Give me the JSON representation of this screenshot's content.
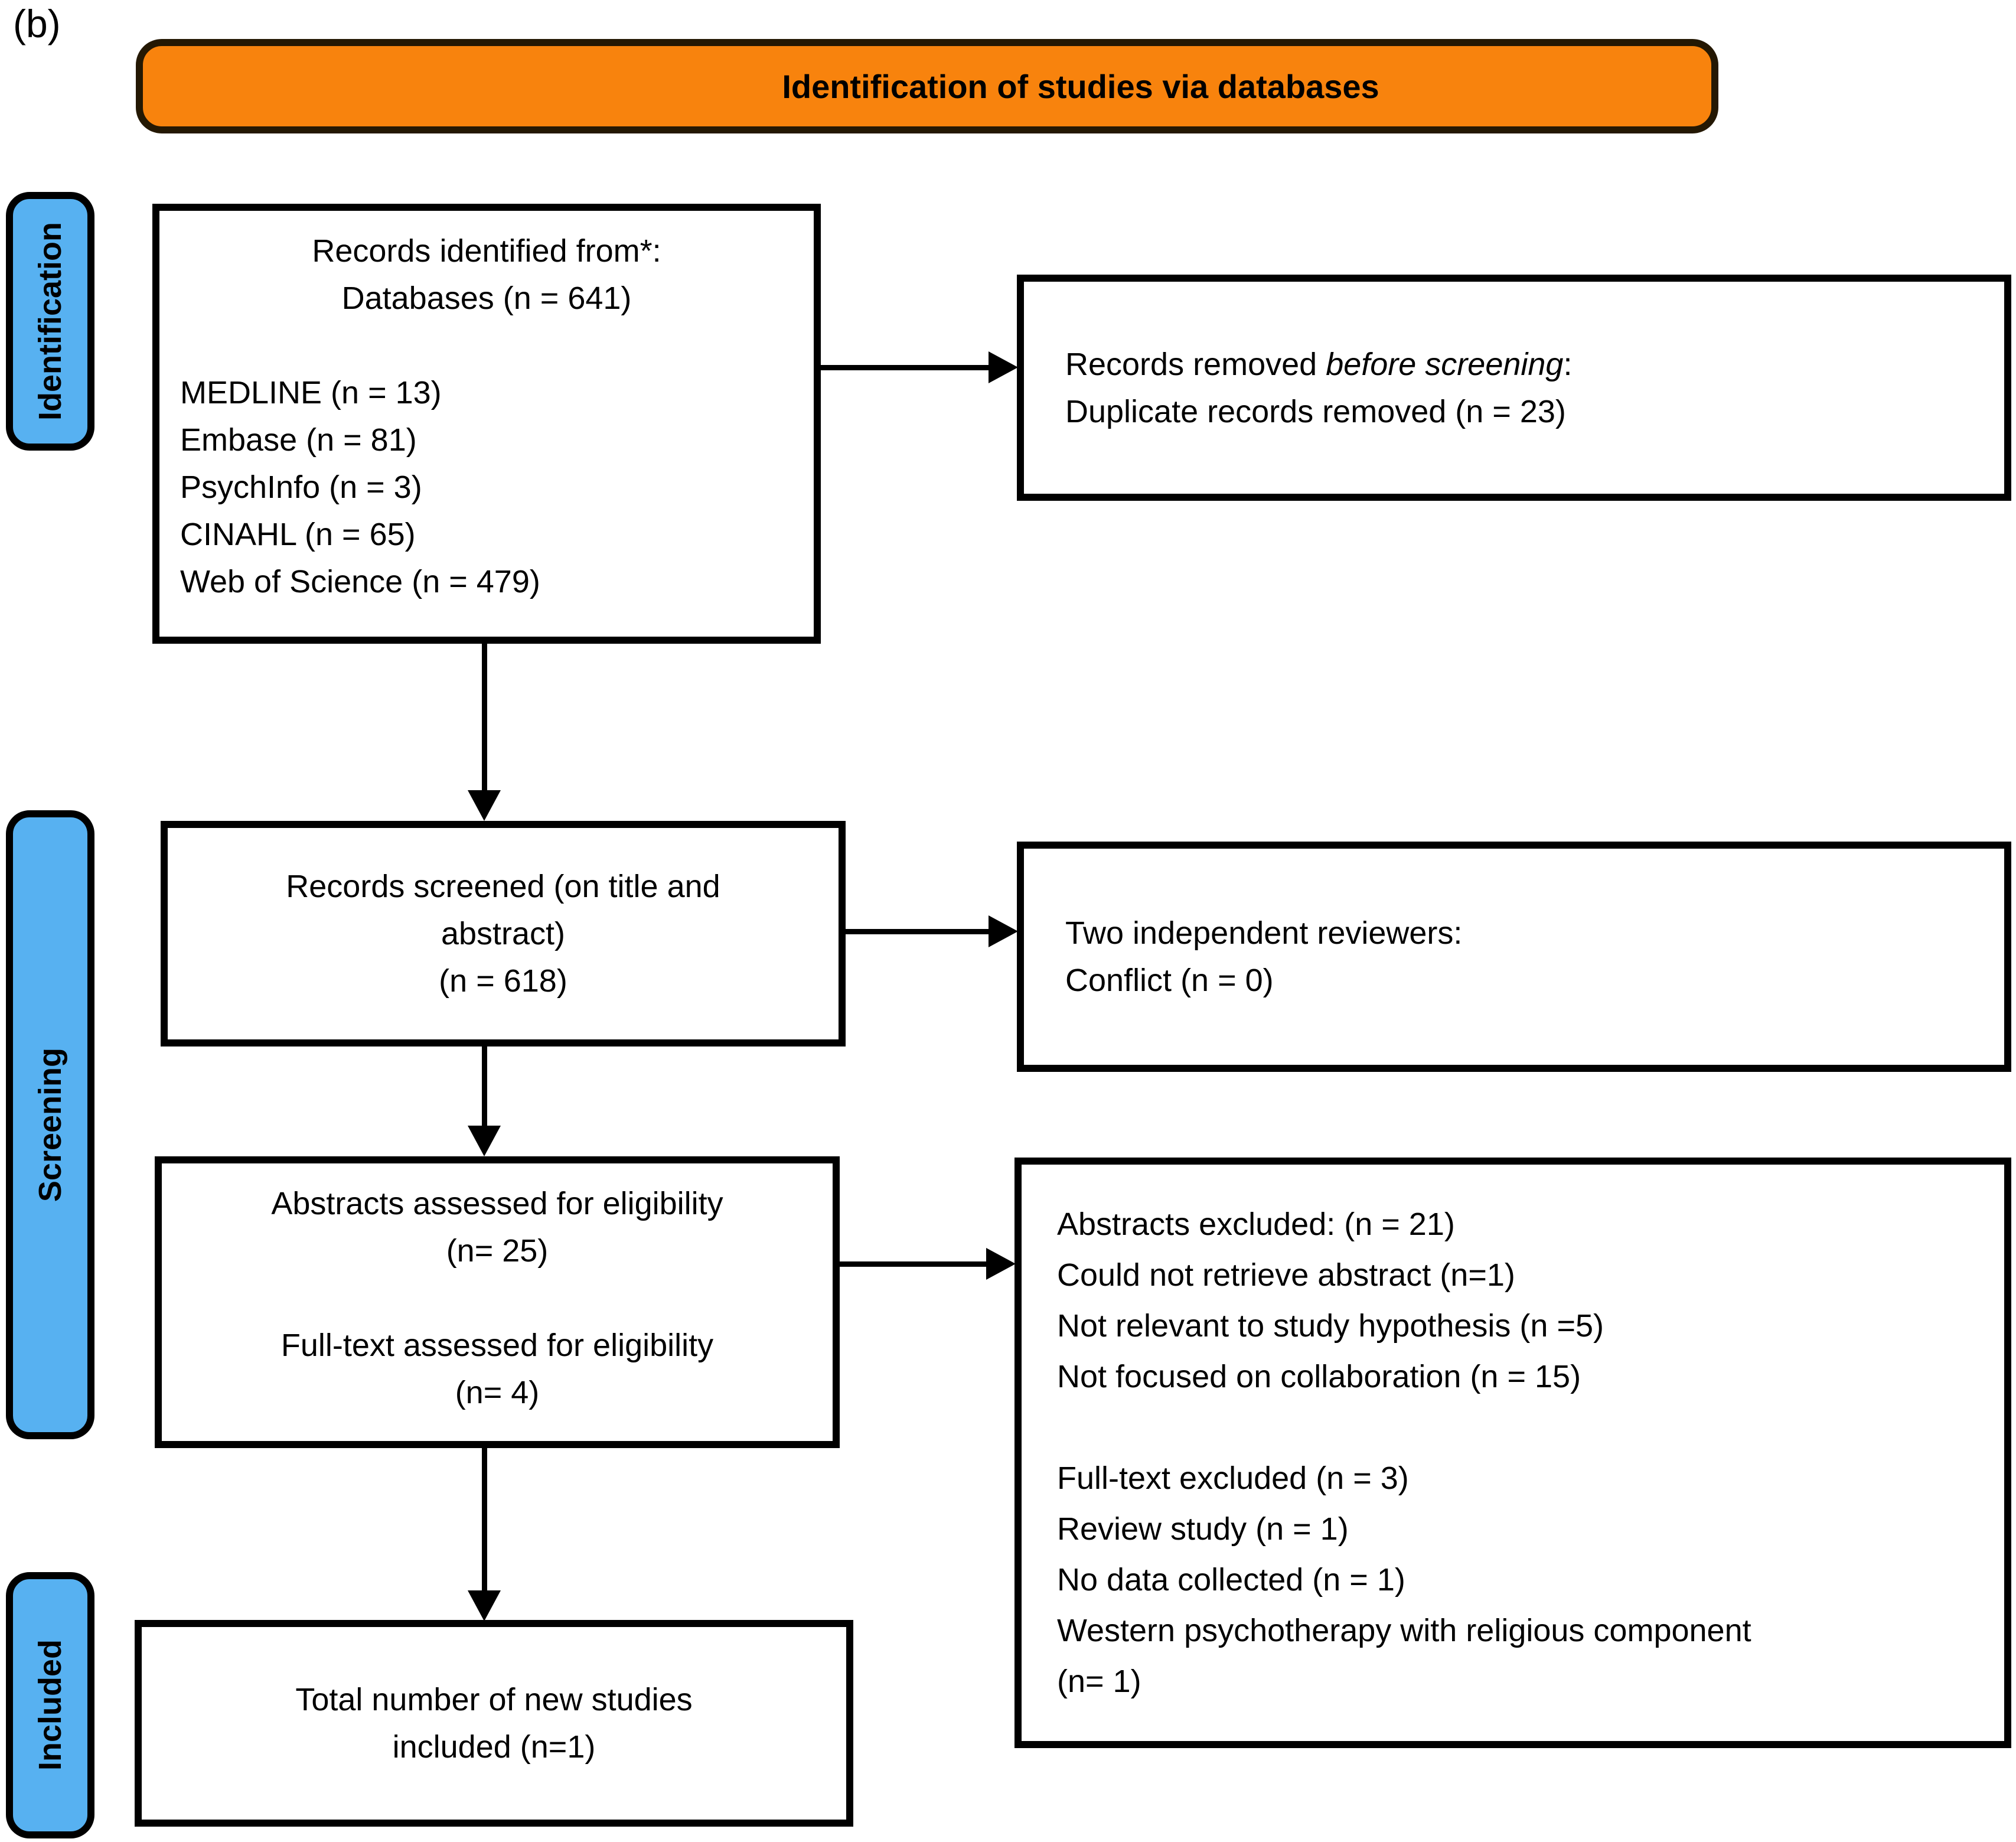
{
  "figure_label": "(b)",
  "colors": {
    "orange": "#F8830D",
    "orange_border": "#241803",
    "blue": "#57B1F1",
    "line": "#000000"
  },
  "header": {
    "title": "Identification of studies via databases"
  },
  "sidebar": {
    "items": [
      {
        "label": "Identification"
      },
      {
        "label": "Screening"
      },
      {
        "label": "Included"
      }
    ]
  },
  "boxes": {
    "records_identified": {
      "centered_lines": [
        "Records identified from*:",
        "Databases (n = 641)"
      ],
      "list_lines": [
        "MEDLINE (n = 13)",
        "Embase (n = 81)",
        "PsychInfo (n = 3)",
        "CINAHL (n = 65)",
        "Web of Science (n = 479)"
      ]
    },
    "records_removed": {
      "line1_prefix": "Records removed ",
      "line1_italic": "before screening",
      "line1_suffix": ":",
      "line2": "Duplicate records removed (n = 23)"
    },
    "records_screened": {
      "lines": [
        "Records screened (on title and",
        "abstract)",
        "(n = 618)"
      ]
    },
    "reviewers": {
      "lines": [
        "Two independent reviewers:",
        "Conflict (n = 0)"
      ]
    },
    "assessed": {
      "lines": [
        "Abstracts assessed for eligibility",
        "(n= 25)",
        "",
        "Full-text assessed for eligibility",
        "(n= 4)"
      ]
    },
    "excluded": {
      "lines": [
        "Abstracts excluded: (n = 21)",
        "Could not retrieve abstract (n=1)",
        "Not relevant to study hypothesis (n =5)",
        "Not focused on collaboration (n = 15)",
        "",
        "Full-text excluded (n = 3)",
        "Review study (n = 1)",
        "No data collected (n = 1)",
        "Western psychotherapy with religious component",
        "(n= 1)"
      ]
    },
    "included_total": {
      "lines": [
        "Total number of new studies",
        "included (n=1)"
      ]
    }
  }
}
